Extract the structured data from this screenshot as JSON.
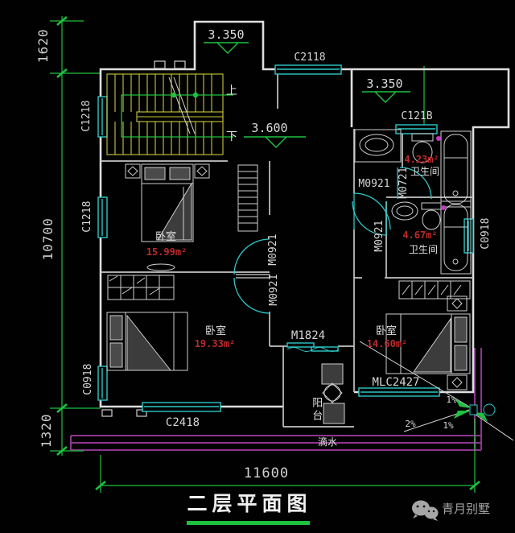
{
  "title": "二层平面图",
  "watermark": {
    "brand": "青月别墅"
  },
  "dimensions": {
    "left_top": "1620",
    "left_middle": "10700",
    "left_bottom": "1320",
    "bottom_total": "11600"
  },
  "levels": {
    "top_terrace": "3.350",
    "hall": "3.600",
    "right_terrace": "3.350"
  },
  "windows": {
    "c1218_top_left": "C1218",
    "c2118_top": "C2118",
    "c121b_top_right": "C121B",
    "c1218_left_mid": "C1218",
    "c0918_right": "C0918",
    "c0918_left_bottom": "C0918",
    "c2418_bottom": "C2418",
    "mlc2427_bottom_right": "MLC2427"
  },
  "doors": {
    "m0921_vestibule": "M0921",
    "m0721_bath1": "M0721",
    "m0921_bath2": "M0921",
    "m0921_bedroom1": "M0921",
    "m0921_bedroom2": "M0921",
    "m1824_balcony": "M1824"
  },
  "rooms": {
    "bedroom1": {
      "name": "卧室",
      "area": "15.99m²"
    },
    "bedroom2": {
      "name": "卧室",
      "area": "19.33m²"
    },
    "bedroom3": {
      "name": "卧室",
      "area": "14.60m²"
    },
    "bath1": {
      "name": "卫生间",
      "area": "4.23m²"
    },
    "bath2": {
      "name": "卫生间",
      "area": "4.67m²"
    },
    "balcony": {
      "name": "阳台"
    }
  },
  "stair": {
    "up": "上",
    "down": "下"
  },
  "annotations": {
    "slope_ne": "1%",
    "slope_w": "2%",
    "slope_se": "1%",
    "drip": "滴水"
  },
  "colors": {
    "background": "#010101",
    "wall_white": "#dedede",
    "dimension_green": "#1fc13f",
    "window_cyan": "#2ec7c7",
    "stair_yellow": "#c8c83a",
    "area_red": "#bb2b2b",
    "roofline_purple": "#8e3490"
  }
}
